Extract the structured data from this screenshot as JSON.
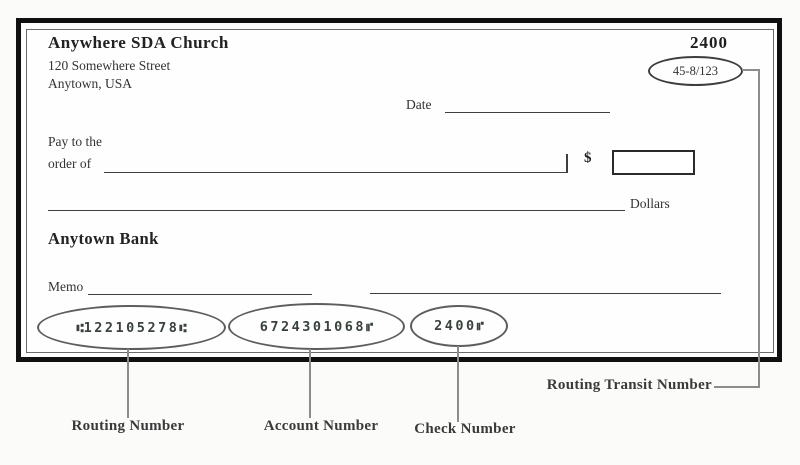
{
  "check": {
    "payer": {
      "name": "Anywhere SDA Church",
      "address_line1": "120 Somewhere Street",
      "address_line2": "Anytown, USA"
    },
    "check_number_top": "2400",
    "fraction": "45-8/123",
    "date_label": "Date",
    "pay_to_line1": "Pay to the",
    "pay_to_line2": "order of",
    "dollar_sign": "$",
    "dollars_label": "Dollars",
    "bank_name": "Anytown Bank",
    "memo_label": "Memo",
    "micr": {
      "transit_symbol": "⑆",
      "onus_symbol": "⑈",
      "routing_number": "122105278",
      "account_number": "6724301068",
      "check_number": "2400"
    }
  },
  "annotations": {
    "routing_label": "Routing Number",
    "account_label": "Account Number",
    "check_label": "Check Number",
    "transit_label": "Routing Transit Number"
  },
  "colors": {
    "border": "#101010",
    "micr_ink": "#39423c",
    "connector": "#8c8c8c",
    "background": "#fbfbfa"
  }
}
